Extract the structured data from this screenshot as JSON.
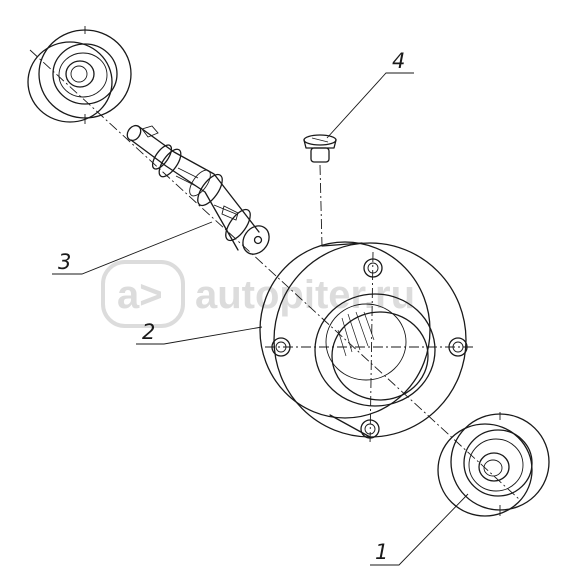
{
  "callouts": {
    "one": "1",
    "two": "2",
    "three": "3",
    "four": "4"
  },
  "watermark": {
    "logo": "a>",
    "text": "autopiter.ru"
  },
  "colors": {
    "ink": "#1a1a1a",
    "watermark": "#dcdcdc",
    "background": "#ffffff"
  }
}
